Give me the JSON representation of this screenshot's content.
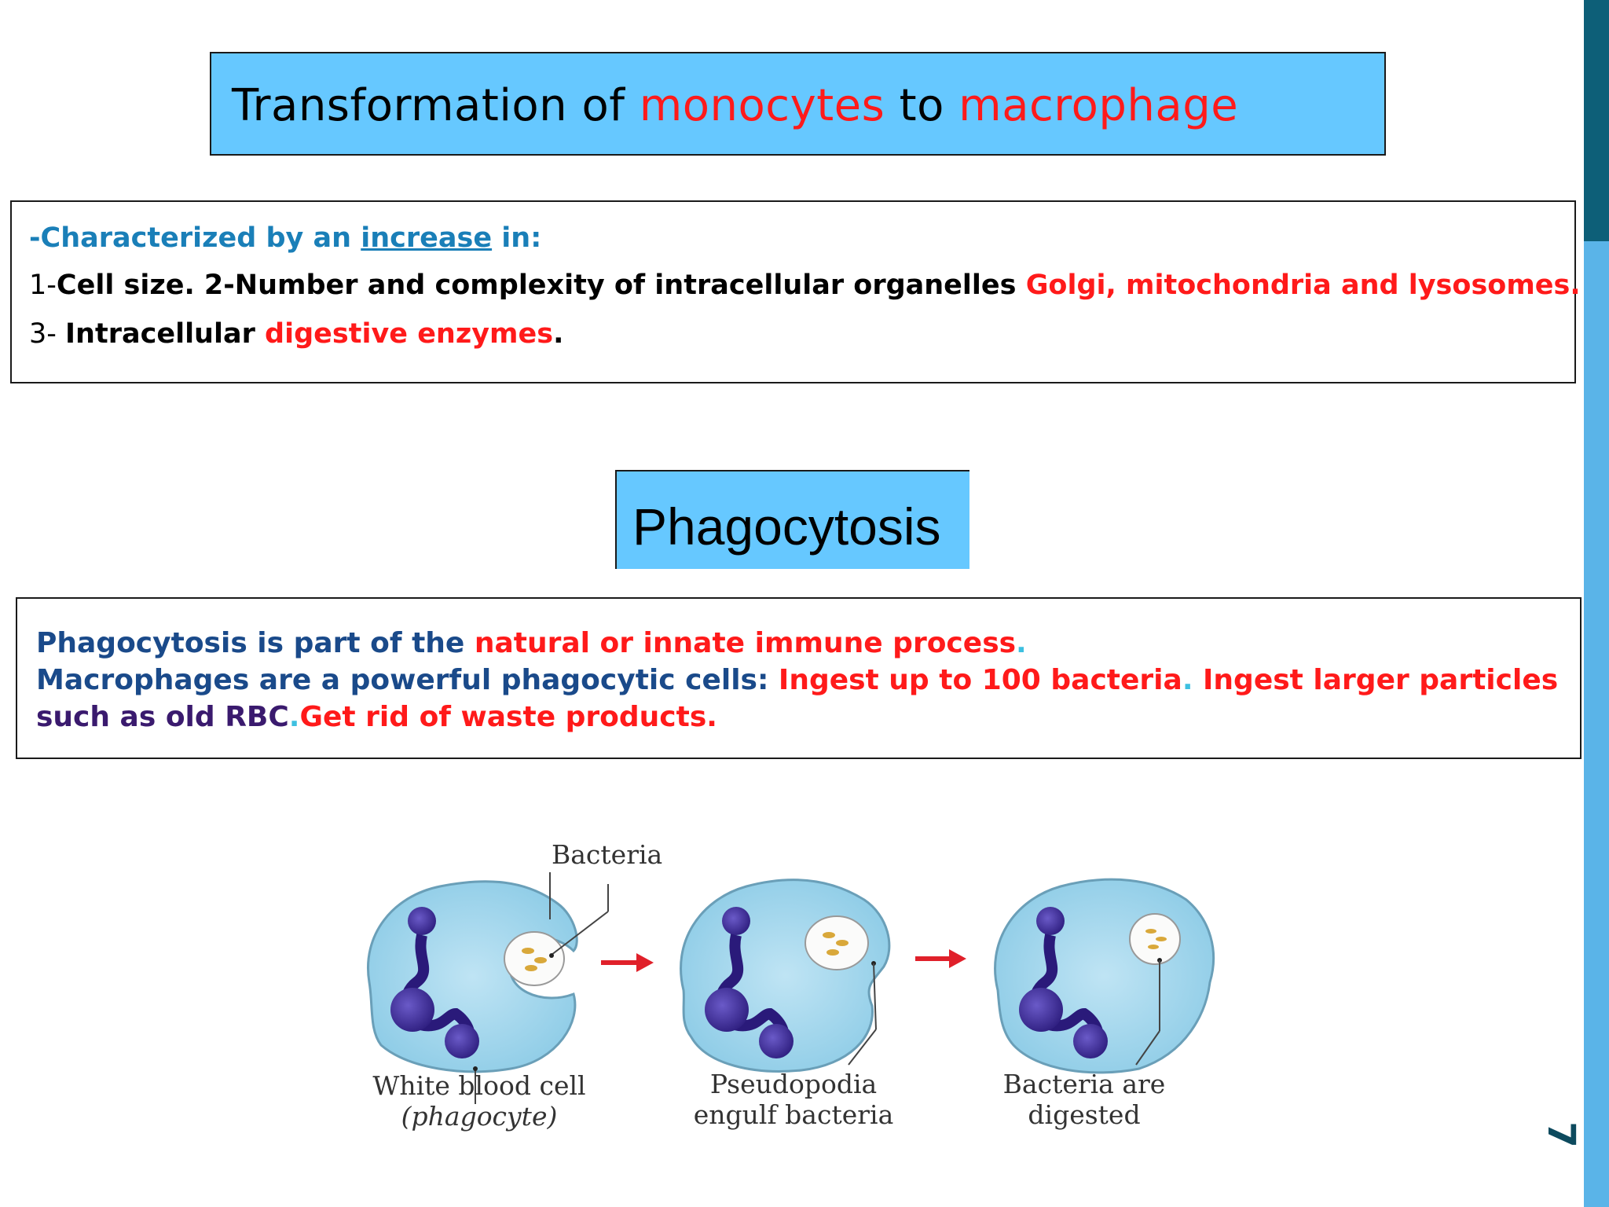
{
  "title": {
    "part1": "Transformation of ",
    "part2": "monocytes",
    "part3": " to ",
    "part4": "macrophage"
  },
  "characteristics": {
    "intro_a": "-Characterized by an ",
    "intro_b": "increase",
    "intro_c": " in:",
    "line2_num": "1-",
    "line2_a": "Cell size. 2-Number and complexity of intracellular organelles ",
    "line2_b": "Golgi, mitochondria and lysosomes.",
    "line3_num": "3- ",
    "line3_a": "Intracellular ",
    "line3_b": "digestive enzymes",
    "line3_c": "."
  },
  "subtitle": "Phagocytosis",
  "phagocytosis": {
    "l1_a": "Phagocytosis is part of the ",
    "l1_b": "natural or innate immune process",
    "l1_c": ".",
    "l2_a": "Macrophages are a powerful phagocytic cells: ",
    "l2_b": "Ingest up to 100 bacteria",
    "l2_c": ". ",
    "l2_d": "Ingest larger particles",
    "l3_a": "such as old RBC",
    "l3_b": ".",
    "l3_c": "Get rid of waste products."
  },
  "diagram": {
    "bacteria_label": "Bacteria",
    "stage1_line1": "White blood cell",
    "stage1_line2": "(phagocyte)",
    "stage2_line1": "Pseudopodia",
    "stage2_line2": "engulf bacteria",
    "stage3_line1": "Bacteria are",
    "stage3_line2": "digested"
  },
  "page_number": "7",
  "colors": {
    "title_bg": "#66c8ff",
    "emphasis_red": "#ff1a1a",
    "heading_blue": "#1a7fb8",
    "sidebar_dark": "#0d5f78",
    "sidebar_light": "#5ab4e8",
    "cell_fill": "#a8d8ee",
    "nucleus": "#3a2a8a"
  }
}
